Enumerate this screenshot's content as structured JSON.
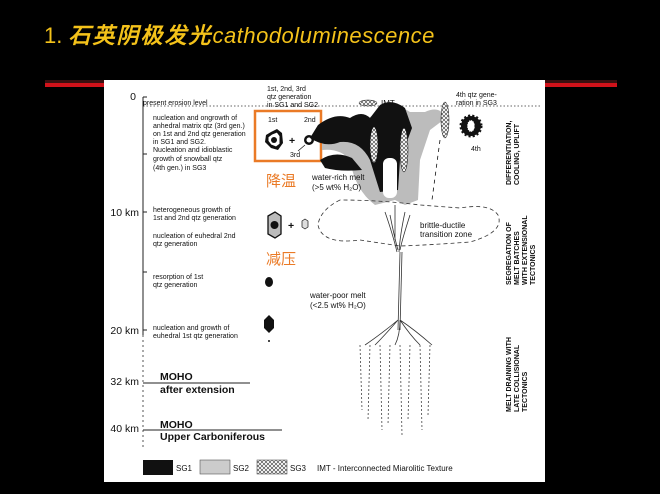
{
  "slide": {
    "title_number": "1.",
    "title_cn": "石英阴极发光",
    "title_en": "cathodoluminescence",
    "title_color": "#f4c21a",
    "rule_color": "#d0121a"
  },
  "diagram": {
    "depth_labels": [
      "0",
      "10 km",
      "20 km",
      "32 km",
      "40 km"
    ],
    "erosion_level": "present erosion level",
    "stage1_text": [
      "nucleation and ongrowth of",
      "anhedral matrix qtz (3rd gen.)",
      "on 1st and 2nd qtz generation",
      "in SG1 and SG2.",
      "Nucleation and idioblastic",
      "growth of snowball qtz",
      "(4th gen.) in SG3"
    ],
    "stage2_text": [
      "heterogeneous growth of",
      "1st and 2nd qtz generation"
    ],
    "stage3_text": [
      "nucleation of euhedral 2nd",
      "qtz generation"
    ],
    "stage4_text": [
      "resorption of 1st",
      "qtz generation"
    ],
    "stage5_text": [
      "nucleation and growth of",
      "euhedral 1st qtz generation"
    ],
    "generation_header": [
      "1st, 2nd, 3rd",
      "qtz generation",
      "in SG1 and SG2"
    ],
    "box_labels": {
      "first": "1st",
      "second": "2nd",
      "third": "3rd",
      "plus": "+"
    },
    "plus2": "+",
    "cooling_cn": "降温",
    "decompression_cn": "减压",
    "highlight_color": "#ea7a26",
    "imt_label": "IMT",
    "fourth_header": [
      "4th qtz gene-",
      "ration in SG3"
    ],
    "fourth_label": "4th",
    "water_rich": [
      "water-rich melt",
      "(>5 wt% H₂O)"
    ],
    "brittle": [
      "brittle-ductile",
      "transition zone"
    ],
    "water_poor": [
      "water-poor melt",
      "(<2.5 wt% H₂O)"
    ],
    "moho1": [
      "MOHO",
      "after extension"
    ],
    "moho2": [
      "MOHO",
      "Upper Carboniferous"
    ],
    "side_labels": [
      [
        "DIFFERENTIATION,",
        "COOLING, UPLIFT"
      ],
      [
        "SEGREGATION OF",
        "MELT BATCHES",
        "WITH EXTENSIONAL",
        "TECTONICS"
      ],
      [
        "MELT DRAINING WITH",
        "LATE COLLISIONAL",
        "TECTONICS"
      ]
    ],
    "legend": {
      "sg1": "SG1",
      "sg2": "SG2",
      "sg3": "SG3",
      "imt": "IMT - Interconnected Miarolitic Texture"
    }
  }
}
